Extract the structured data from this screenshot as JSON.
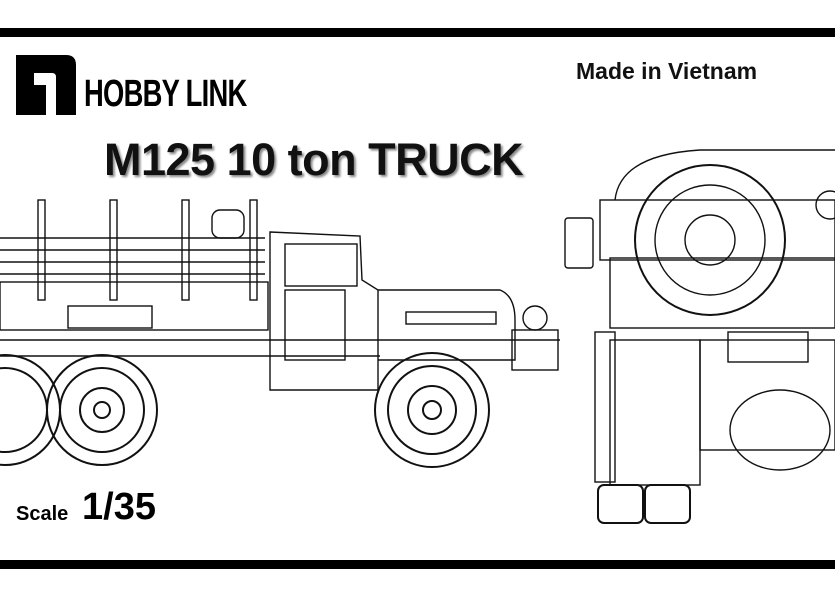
{
  "brand": {
    "name": "HOBBY LINK",
    "logo_icon": "hobby-link-logo"
  },
  "origin": "Made in Vietnam",
  "title": "M125 10 ton TRUCK",
  "scale": {
    "label": "Scale",
    "value": "1/35"
  },
  "colors": {
    "ink": "#000000",
    "background": "#ffffff"
  }
}
